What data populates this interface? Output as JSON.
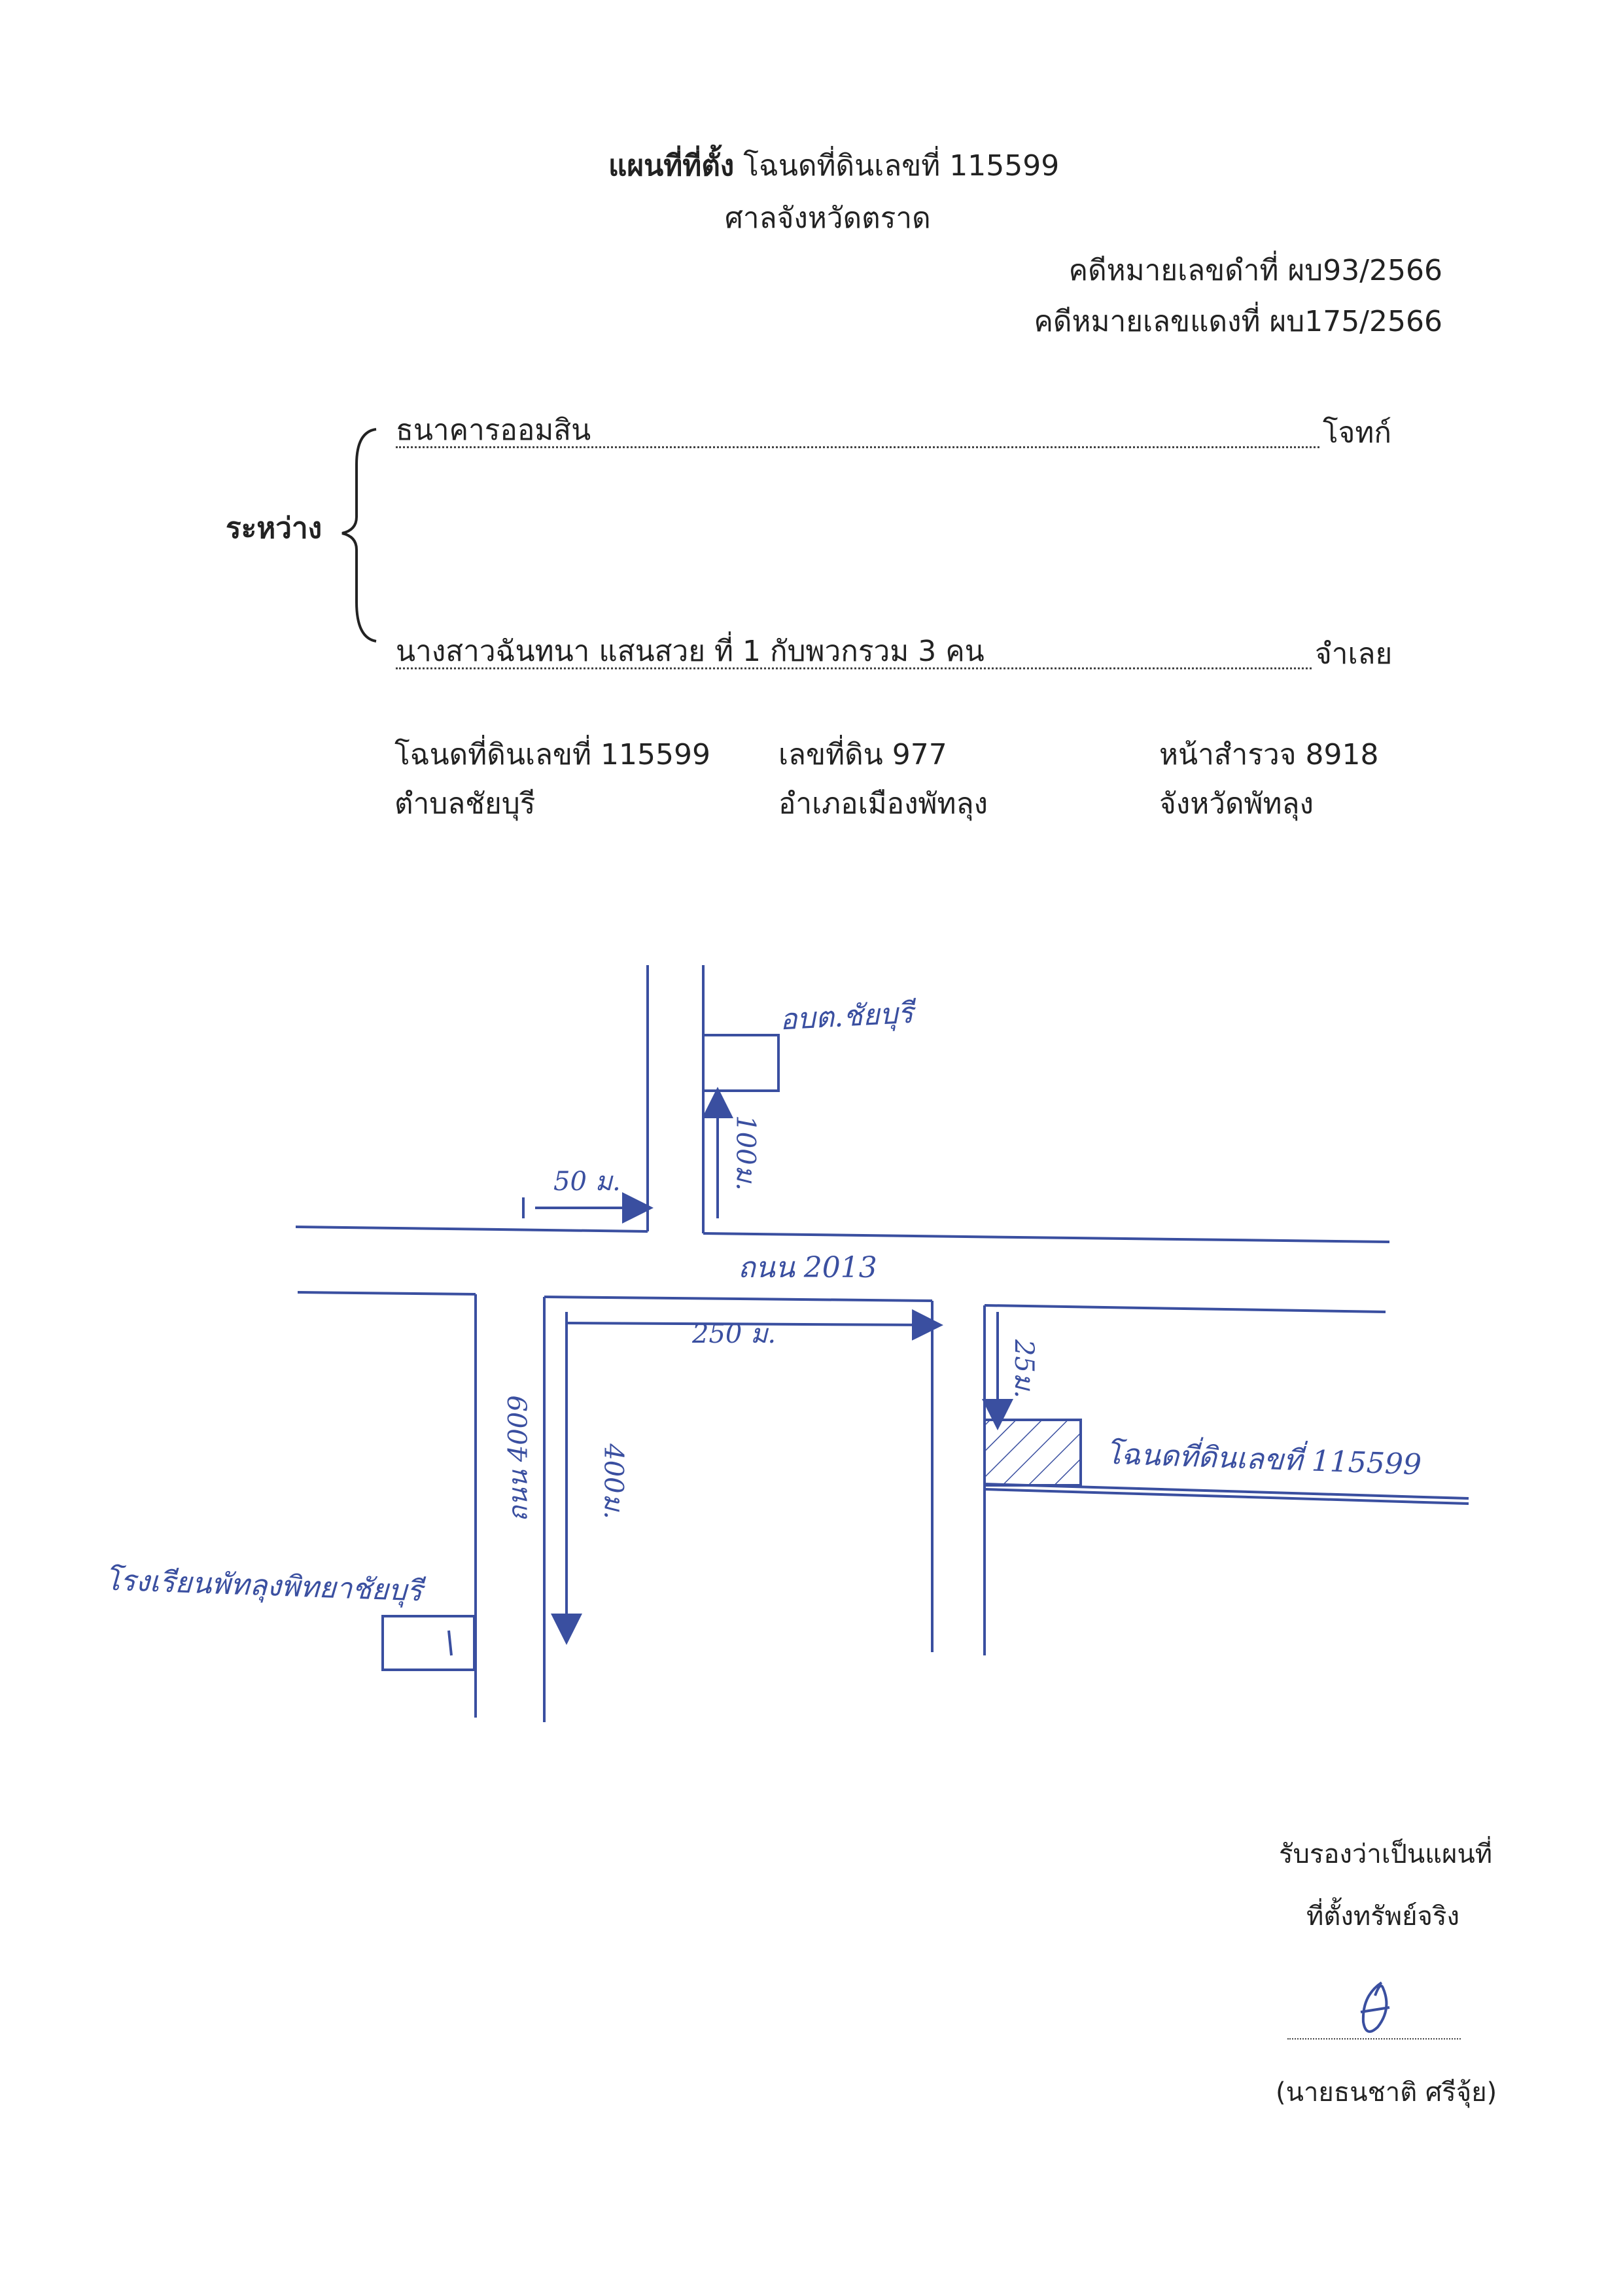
{
  "header": {
    "title_bold": "แผนที่ที่ตั้ง",
    "title_rest": "โฉนดที่ดินเลขที่ 115599",
    "court": "ศาลจังหวัดตราด",
    "black_case": "คดีหมายเลขดำที่ ผบ93/2566",
    "red_case": "คดีหมายเลขแดงที่  ผบ175/2566"
  },
  "parties": {
    "between_label": "ระหว่าง",
    "plaintiff_name": "ธนาคารออมสิน",
    "plaintiff_role": "โจทก์",
    "defendant_name": "นางสาวฉันทนา  แสนสวย ที่ 1 กับพวกรวม 3 คน",
    "defendant_role": "จำเลย"
  },
  "land": {
    "deed_no": "โฉนดที่ดินเลขที่ 115599",
    "land_no": "เลขที่ดิน 977",
    "survey_page": "หน้าสำรวจ  8918",
    "subdistrict": "ตำบลชัยบุรี",
    "district": "อำเภอเมืองพัทลุง",
    "province": "จังหวัดพัทลุง"
  },
  "map": {
    "obt_label": "อบต.ชัยบุรี",
    "dist_100": "100ม.",
    "dist_50": "50 ม.",
    "road_2013": "ถนน 2013",
    "dist_250": "250 ม.",
    "road_4009": "ถนน 4009",
    "dist_400": "400ม.",
    "dist_25": "25ม.",
    "deed_label": "โฉนดที่ดินเลขที่ 115599",
    "school_label": "โรงเรียนพัทลุงพิทยาชัยบุรี"
  },
  "certification": {
    "line1": "รับรองว่าเป็นแผนที่",
    "line2": "ที่ตั้งทรัพย์จริง",
    "signer": "(นายธนชาติ  ศรีจุ้ย)"
  },
  "colors": {
    "ink": "#3a4fa0",
    "text": "#222222"
  }
}
